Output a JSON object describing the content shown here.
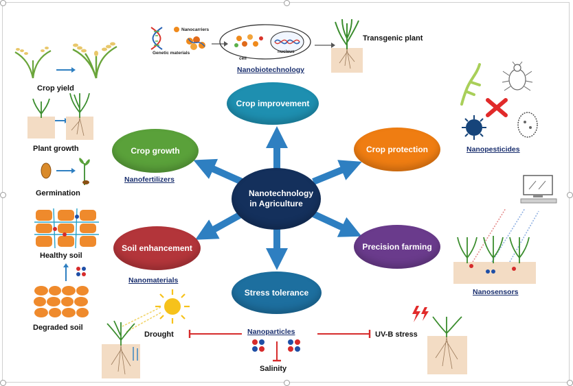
{
  "center": {
    "text": "Nanotechnology in Agriculture"
  },
  "nodes": {
    "crop_improvement": "Crop improvement",
    "crop_growth": "Crop growth",
    "crop_protection": "Crop protection",
    "soil_enhancement": "Soil enhancement",
    "precision_farming": "Precision farming",
    "stress_tolerance": "Stress tolerance"
  },
  "sublabels": {
    "nanobiotechnology": "Nanobiotechnology",
    "nanofertilizers": "Nanofertilizers",
    "nanopesticides": "Nanopesticides",
    "nanomaterials": "Nanomaterials",
    "nanosensors": "Nanosensors",
    "nanoparticles": "Nanoparticles"
  },
  "left_panel": {
    "crop_yield": "Crop yield",
    "plant_growth": "Plant growth",
    "germination": "Germination",
    "healthy_soil": "Healthy soil",
    "degraded_soil": "Degraded soil"
  },
  "top_panel": {
    "nanocarriers": "Nanocarriers",
    "genetic_materials": "Genetic materials",
    "cell": "cell",
    "nucleus": "nucleus",
    "transgenic_plant": "Transgenic plant"
  },
  "stress": {
    "drought": "Drought",
    "salinity": "Salinity",
    "uvb": "UV-B stress"
  },
  "colors": {
    "center": "#14305c",
    "crop_improvement": "#1e8fb0",
    "crop_growth": "#5aa13a",
    "crop_protection": "#ef7d12",
    "soil_enhancement": "#b3353a",
    "precision_farming": "#6a3b8c",
    "stress_tolerance": "#1d6f9f",
    "arrow": "#2e7fc1",
    "inhibit": "#d62b2b"
  }
}
